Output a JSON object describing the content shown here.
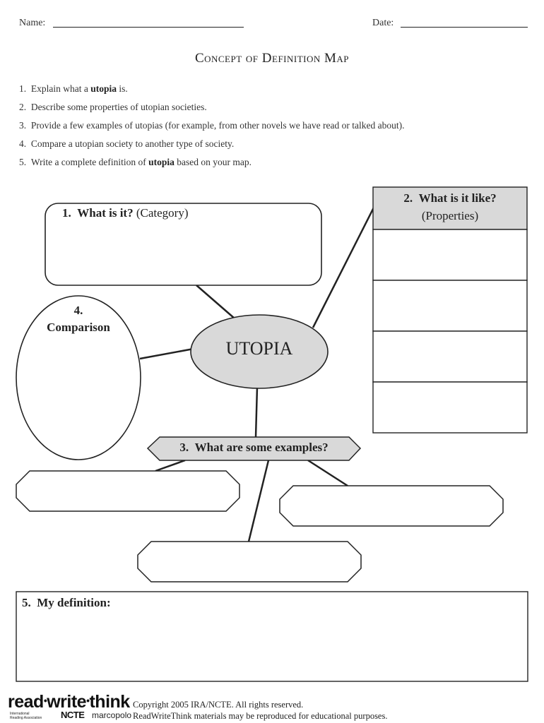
{
  "header": {
    "name_label": "Name:",
    "date_label": "Date:"
  },
  "title": "Concept of Definition Map",
  "instructions": [
    {
      "num": "1.",
      "parts": [
        "Explain what a ",
        "utopia",
        " is."
      ]
    },
    {
      "num": "2.",
      "parts": [
        "Describe some properties of utopian societies.",
        "",
        ""
      ]
    },
    {
      "num": "3.",
      "parts": [
        "Provide a few examples of utopias (for example, from other novels we have read or talked about).",
        "",
        ""
      ]
    },
    {
      "num": "4.",
      "parts": [
        "Compare a utopian society to another type of society.",
        "",
        ""
      ]
    },
    {
      "num": "5.",
      "parts": [
        "Write a complete definition of ",
        "utopia",
        " based on your map."
      ]
    }
  ],
  "map": {
    "center": "UTOPIA",
    "category": {
      "num": "1.",
      "question": "What is it?",
      "hint": "(Category)"
    },
    "properties": {
      "num": "2.",
      "question": "What is it like?",
      "hint": "(Properties)"
    },
    "examples": {
      "num": "3.",
      "question": "What are some examples?"
    },
    "comparison": {
      "num": "4.",
      "label": "Comparison"
    }
  },
  "definition": {
    "num": "5.",
    "label": "My definition:"
  },
  "footer": {
    "logo": {
      "read": "read",
      "write": "write",
      "think": "think",
      "ira_line1": "International",
      "ira_line2": "Reading Association",
      "ncte": "NCTE",
      "marcopolo": "marcopolo"
    },
    "copyright": "Copyright 2005 IRA/NCTE. All rights reserved.",
    "reproduction": "ReadWriteThink materials may be reproduced for educational purposes."
  },
  "colors": {
    "shade": "#d9d9d9",
    "stroke": "#222222"
  }
}
